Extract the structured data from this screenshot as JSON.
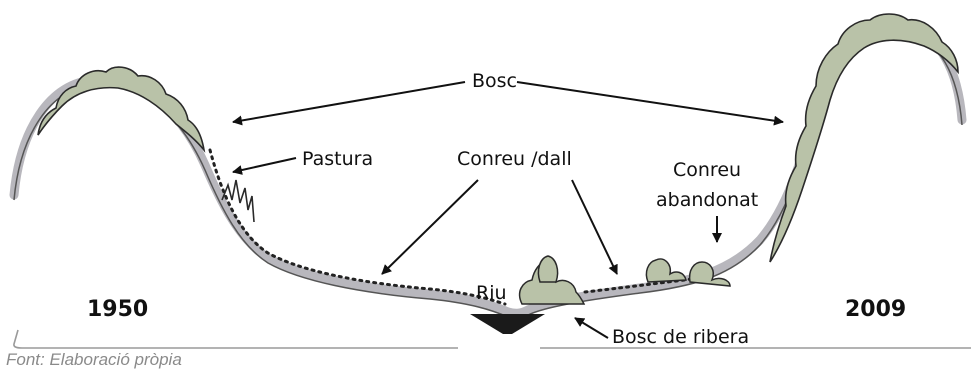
{
  "labels": {
    "bosc": "Bosc",
    "pastura": "Pastura",
    "conreu_dall": "Conreu /dall",
    "conreu_line1": "Conreu",
    "conreu_line2": "abandonat",
    "riu": "Riu",
    "bosc_ribera": "Bosc de ribera"
  },
  "years": {
    "left": "1950",
    "right": "2009"
  },
  "source": "Font: Elaboració pròpia",
  "colors": {
    "terrain": "#b8b7bd",
    "vegetation": "#b9c2a8",
    "outline": "#2a2a2a"
  }
}
